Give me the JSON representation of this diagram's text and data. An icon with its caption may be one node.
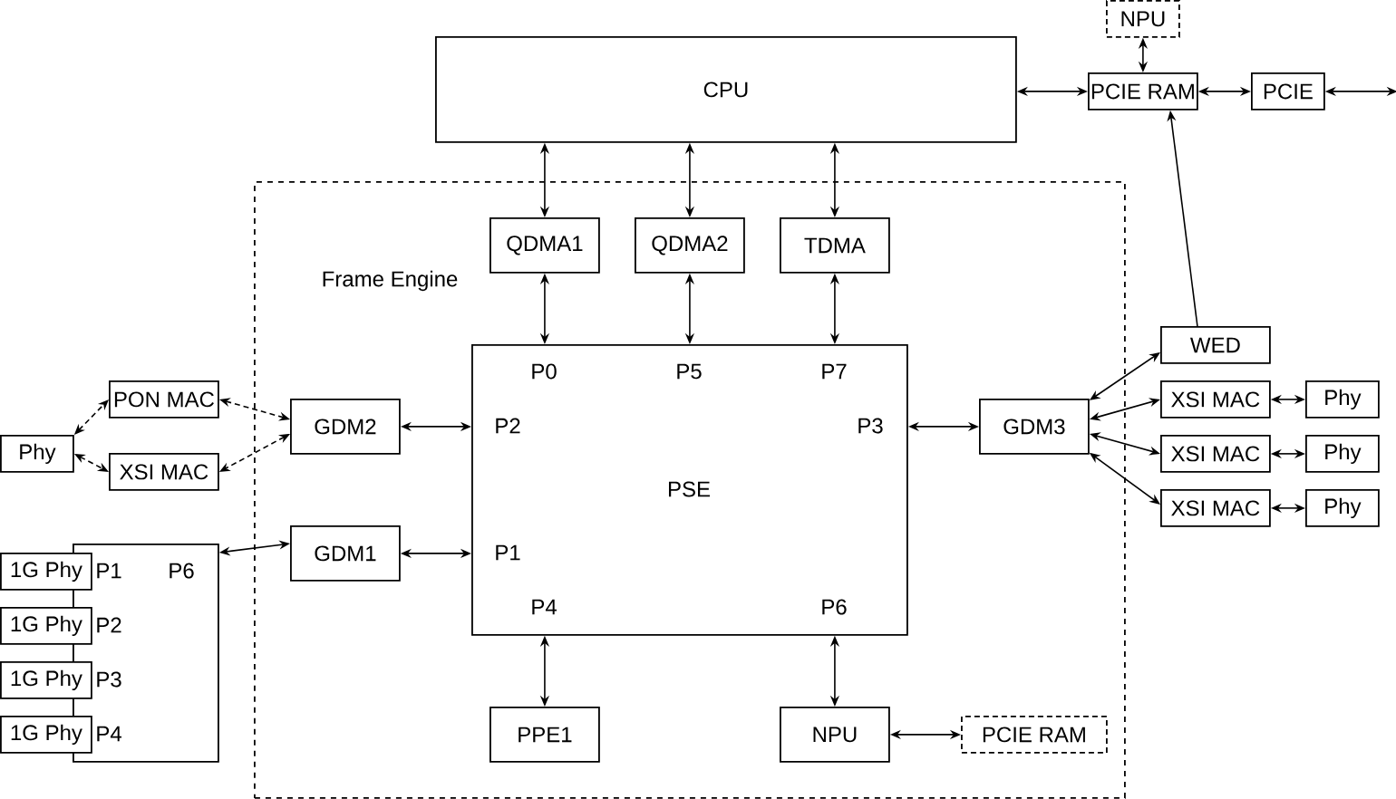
{
  "diagram": {
    "nodes": [
      {
        "text": [
          "CPU"
        ]
      },
      {
        "text": [
          "Frame Engine"
        ]
      },
      {
        "text": [
          "NPU"
        ]
      },
      {
        "text": [
          "PCIE RAM"
        ]
      },
      {
        "text": [
          "PCIE"
        ]
      },
      {
        "text": [
          "QDMA1"
        ],
        "in": 1
      },
      {
        "text": [
          "QDMA2"
        ],
        "in": 1
      },
      {
        "text": [
          "TDMA"
        ],
        "in": 1
      },
      {
        "text": [
          "PSE",
          "P0",
          "P5",
          "P7",
          "P2",
          "P3",
          "P1",
          "P4",
          "P6"
        ],
        "in": 1
      },
      {
        "text": [
          "PON MAC"
        ]
      },
      {
        "text": [
          "GDM2"
        ],
        "in": 1
      },
      {
        "text": [
          "GDM3"
        ],
        "in": 1
      },
      {
        "text": [
          "WED"
        ]
      },
      {
        "text": [
          "Phy"
        ]
      },
      {
        "text": [
          "XSI MAC"
        ]
      },
      {
        "text": [
          "XSI MAC"
        ]
      },
      {
        "text": [
          "Phy"
        ]
      },
      {
        "text": [
          "XSI MAC"
        ]
      },
      {
        "text": [
          "Phy"
        ]
      },
      {
        "text": [
          "XSI MAC"
        ]
      },
      {
        "text": [
          "Phy"
        ]
      },
      {
        "text": [
          "P1",
          "P6",
          "P2",
          "P3",
          "P4"
        ]
      },
      {
        "text": [
          "GDM1"
        ],
        "in": 1
      },
      {
        "text": [
          "1G Phy"
        ]
      },
      {
        "text": [
          "1G Phy"
        ]
      },
      {
        "text": [
          "1G Phy"
        ]
      },
      {
        "text": [
          "1G Phy"
        ]
      },
      {
        "text": [
          "PPE1"
        ],
        "in": 1
      },
      {
        "text": [
          "NPU"
        ],
        "in": 1
      },
      {
        "text": [
          "PCIE RAM"
        ],
        "in": 1
      }
    ],
    "edges": [
      {
        "from": 0,
        "to": 3,
        "arrow": "both"
      },
      {
        "from": 3,
        "to": 4,
        "arrow": "both"
      },
      {
        "from": 4,
        "to": null,
        "arrow": "both"
      },
      {
        "from": 2,
        "to": 3,
        "arrow": "both"
      },
      {
        "from": 0,
        "to": 5,
        "arrow": "both"
      },
      {
        "from": 0,
        "to": 6,
        "arrow": "both"
      },
      {
        "from": 0,
        "to": 7,
        "arrow": "both"
      },
      {
        "from": 5,
        "to": 8,
        "arrow": "both"
      },
      {
        "from": 6,
        "to": 8,
        "arrow": "both"
      },
      {
        "from": 7,
        "to": 8,
        "arrow": "both"
      },
      {
        "from": 13,
        "to": 9,
        "arrow": "both",
        "style": "dashed"
      },
      {
        "from": 13,
        "to": 14,
        "arrow": "both",
        "style": "dashed"
      },
      {
        "from": 10,
        "to": 9,
        "arrow": "both",
        "style": "dashed"
      },
      {
        "from": 10,
        "to": 14,
        "arrow": "both",
        "style": "dashed"
      },
      {
        "from": 10,
        "to": 8,
        "arrow": "both"
      },
      {
        "from": 22,
        "to": 8,
        "arrow": "both"
      },
      {
        "from": 21,
        "to": 22,
        "arrow": "both"
      },
      {
        "from": 8,
        "to": 11,
        "arrow": "both"
      },
      {
        "from": 11,
        "to": 12,
        "arrow": "both"
      },
      {
        "from": 11,
        "to": 15,
        "arrow": "both"
      },
      {
        "from": 11,
        "to": 17,
        "arrow": "both"
      },
      {
        "from": 11,
        "to": 19,
        "arrow": "both"
      },
      {
        "from": 15,
        "to": 16,
        "arrow": "both"
      },
      {
        "from": 17,
        "to": 18,
        "arrow": "both"
      },
      {
        "from": 19,
        "to": 20,
        "arrow": "both"
      },
      {
        "from": 12,
        "to": 3,
        "arrow": "to"
      },
      {
        "from": 8,
        "to": 27,
        "arrow": "both"
      },
      {
        "from": 8,
        "to": 28,
        "arrow": "both"
      },
      {
        "from": 28,
        "to": 29,
        "arrow": "both"
      }
    ]
  }
}
